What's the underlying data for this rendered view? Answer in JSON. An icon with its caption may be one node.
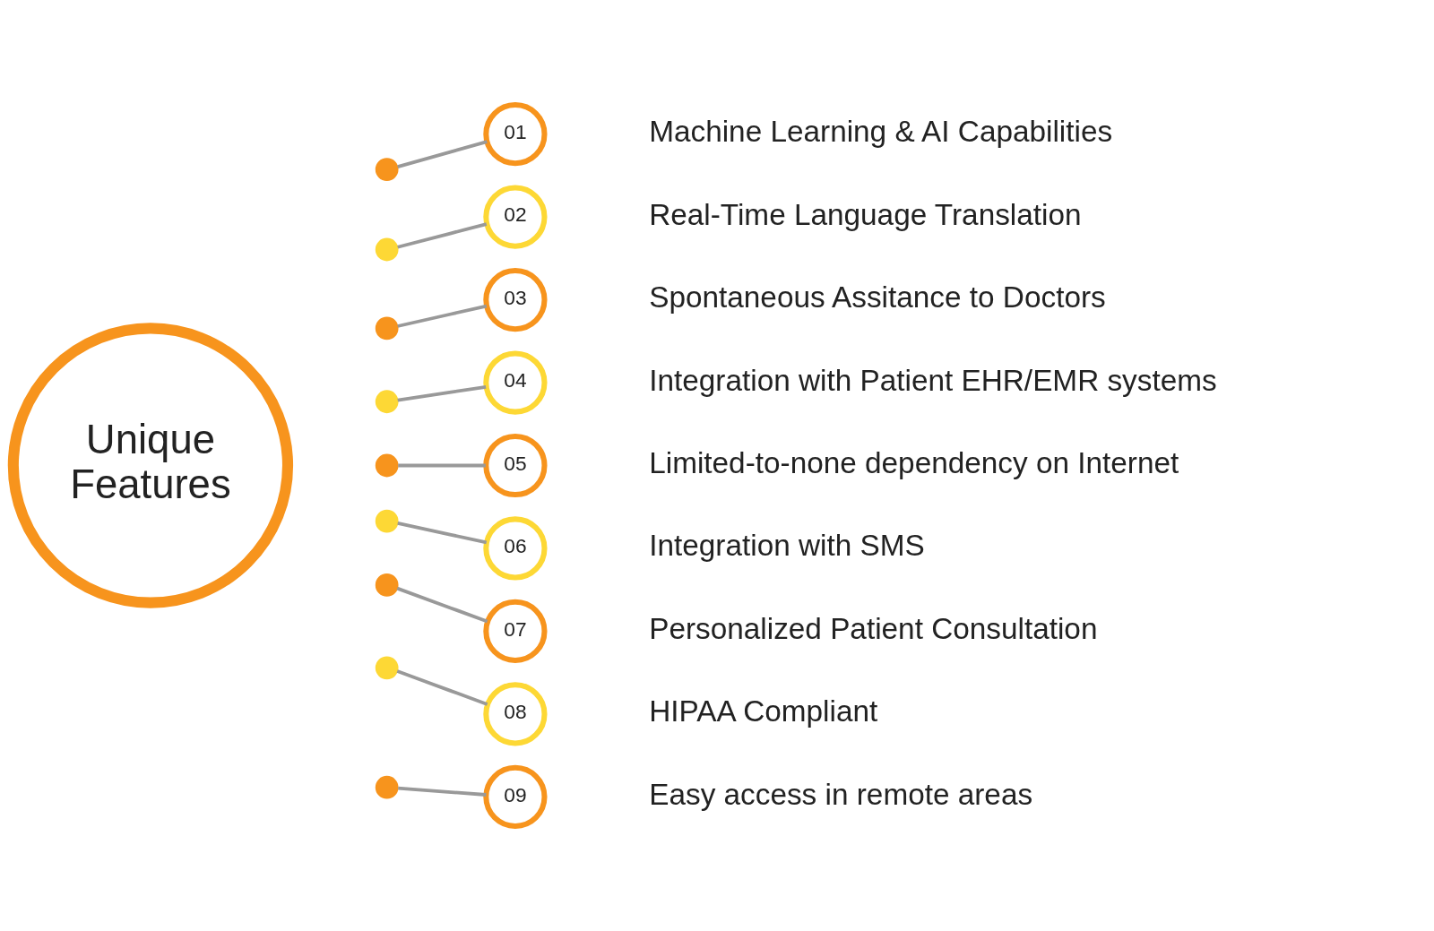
{
  "diagram": {
    "nodes": [
      {
        "text": [
          "Unique Features"
        ]
      },
      {
        "text": [],
        "shape": "circle"
      },
      {
        "text": [],
        "shape": "circle"
      },
      {
        "text": [],
        "shape": "circle"
      },
      {
        "text": [],
        "shape": "circle"
      },
      {
        "text": [],
        "shape": "circle"
      },
      {
        "text": [],
        "shape": "circle"
      },
      {
        "text": [],
        "shape": "circle"
      },
      {
        "text": [],
        "shape": "circle"
      },
      {
        "text": [],
        "shape": "circle"
      },
      {
        "text": [
          "01"
        ],
        "beside": [
          "Machine Learning & AI Capabilities"
        ]
      },
      {
        "text": [
          "02"
        ],
        "beside": [
          "Real-Time Language Translation"
        ]
      },
      {
        "text": [
          "03"
        ],
        "beside": [
          "Spontaneous Assitance to Doctors"
        ]
      },
      {
        "text": [
          "04"
        ],
        "beside": [
          "Integration with Patient EHR/EMR systems"
        ]
      },
      {
        "text": [
          "05"
        ],
        "beside": [
          "Limited-to-none dependency on Internet"
        ]
      },
      {
        "text": [
          "06"
        ],
        "beside": [
          "Integration with SMS"
        ]
      },
      {
        "text": [
          "07"
        ],
        "beside": [
          "Personalized Patient Consultation"
        ]
      },
      {
        "text": [
          "08"
        ],
        "beside": [
          "HIPAA Compliant"
        ]
      },
      {
        "text": [
          "09"
        ],
        "beside": [
          "Easy access in remote areas"
        ]
      }
    ],
    "edges": [
      {
        "from": 1,
        "to": 10,
        "arrow": "none"
      },
      {
        "from": 2,
        "to": 11,
        "arrow": "none"
      },
      {
        "from": 3,
        "to": 12,
        "arrow": "none"
      },
      {
        "from": 4,
        "to": 13,
        "arrow": "none"
      },
      {
        "from": 5,
        "to": 14,
        "arrow": "none"
      },
      {
        "from": 6,
        "to": 15,
        "arrow": "none"
      },
      {
        "from": 7,
        "to": 16,
        "arrow": "none"
      },
      {
        "from": 8,
        "to": 17,
        "arrow": "none"
      },
      {
        "from": 9,
        "to": 18,
        "arrow": "none"
      }
    ]
  }
}
